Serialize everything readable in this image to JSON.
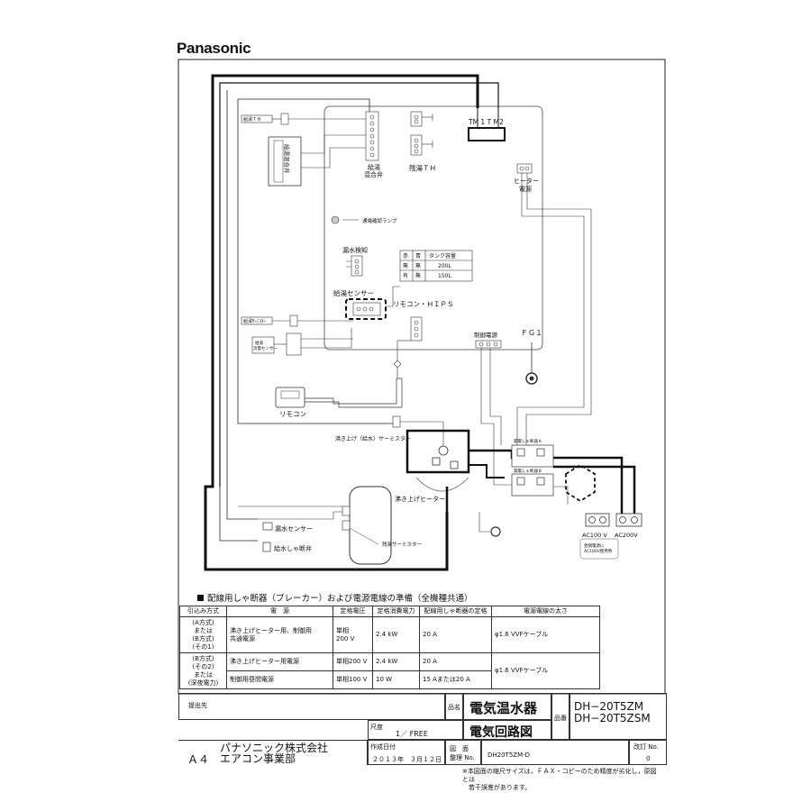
{
  "brand": "Panasonic",
  "diagram": {
    "labels": {
      "tm": "TM 1  T M2",
      "heater_power": "ヒーター\n電源",
      "lamp": "通電確認ランプ",
      "mixing_valve": "給湯\n混合弁",
      "remaining_th": "残湯ＴＨ",
      "cut_valve_box": "給湯混合弁",
      "leak_detect": "漏水検知",
      "supply_sensor": "給湯センサー",
      "remocon_hips": "リモコン・ＨＩＰＳ",
      "control_power": "制御電源",
      "fg1": "ＦＧ１",
      "remocon": "リモコン",
      "boil_thermistor": "沸き上げ（給水）サーミスター",
      "boil_heater": "沸き上げヒーター",
      "leak_sensor": "漏水センサー",
      "supply_cut_valve": "給水しゃ断弁",
      "remaining_thermistor": "残湯サーミスター",
      "ac100": "AC100 V",
      "ac200": "AC200V",
      "ac100_note": "昼間電源に\nAC100V使用時",
      "pressure_small": "給湯\n流量センサー",
      "top_left_small": "給湯ＴＨ",
      "mid_left_small": "給湯ｻｰﾐｽﾀｰ",
      "breaker1": "漏電しゃ断器Ａ",
      "breaker2": "漏電しゃ断器Ｂ"
    },
    "tank_table": {
      "headers": [
        "赤",
        "青",
        "タンク容量"
      ],
      "rows": [
        [
          "無",
          "無",
          "200L"
        ],
        [
          "有",
          "無",
          "150L"
        ]
      ]
    }
  },
  "breaker_table": {
    "title": "配線用しゃ断器（ブレーカー）および電源電線の準備（全機種共通）",
    "headers": [
      "引込み方式",
      "電　源",
      "定格電圧",
      "定格消費電力",
      "配線用しゃ断器の定格",
      "電源電線の太さ"
    ],
    "row1": {
      "method": "(A方式)\nまたは\n(B方式)\n(その1)",
      "source": "沸き上げヒーター用、制御用\n共通電源",
      "voltage": "単相\n200 V",
      "power": "2.4 kW",
      "breaker": "20 A",
      "wire": "φ1.6 VVFケーブル"
    },
    "row2": {
      "method": "(B方式)\n(その2)\nまたは\n(深夜電力)",
      "source_a": "沸き上げヒーター用電源",
      "voltage_a": "単相200 V",
      "power_a": "2.4 kW",
      "breaker_a": "20 A",
      "source_b": "制御用昼間電源",
      "voltage_b": "単相100 V",
      "power_b": "10 W",
      "breaker_b": "15 Aまたは20 A",
      "wire": "φ1.6 VVFケーブル"
    }
  },
  "title_block": {
    "submit_to": "提出先",
    "product_label": "品名",
    "product": "電気温水器",
    "scale_label": "尺度",
    "scale": "1／ FREE",
    "drawing_name": "電気回路図",
    "model_label": "品番",
    "model1": "DH−20T5ZM",
    "model2": "DH−20T5ZSM",
    "paper": "Ａ４",
    "company": "パナソニック株式会社",
    "division": "エアコン事業部",
    "date_label": "作成日付",
    "date": "２０１３年　３月１２日",
    "drawing_no_label": "図　面\n整理 No.",
    "drawing_no": "DH20T5ZM-D",
    "rev_label": "改訂 No.",
    "rev": "0",
    "note": "※本図面の縮尺サイズは，ＦＡＸ・コピーのため精度が劣化し，原図とは\n　若干誤差があります。"
  }
}
